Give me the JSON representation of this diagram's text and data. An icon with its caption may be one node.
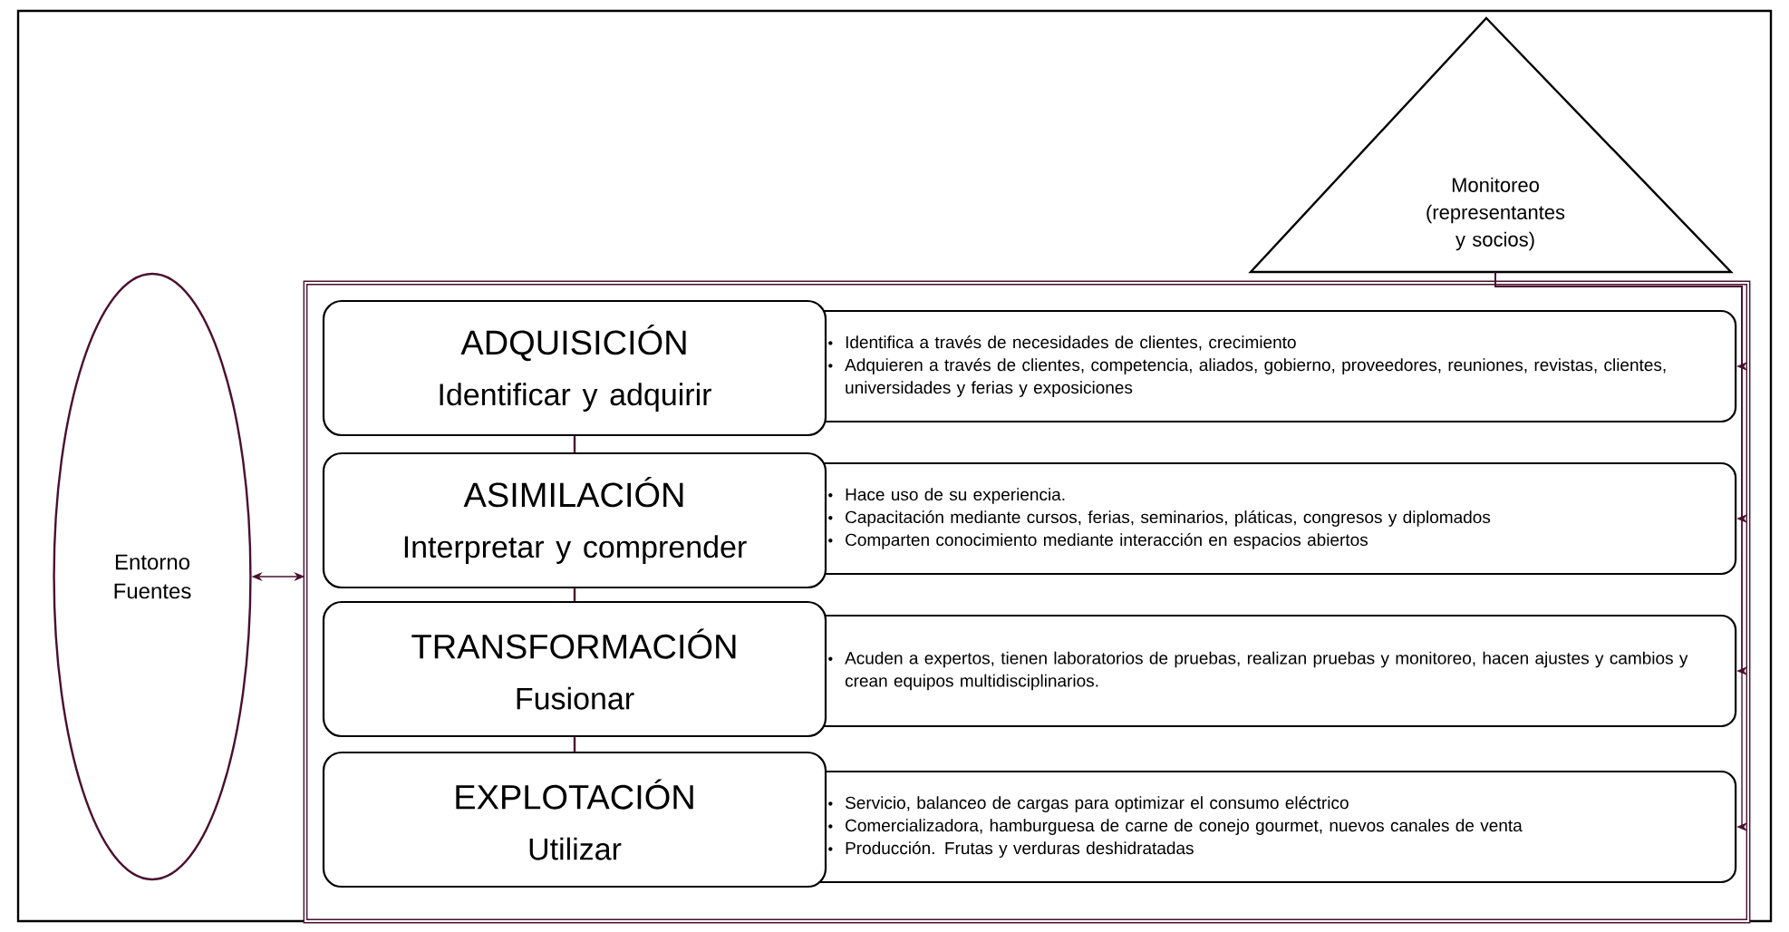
{
  "diagram": {
    "nodes": [
      {
        "text": [
          "Entorno Fuentes"
        ]
      },
      {
        "text": [
          "Monitoreo (representantes y socios)"
        ]
      },
      {
        "text": [],
        "shape": "box"
      },
      {
        "text": [
          "ADQUISICIÓN",
          "Identificar y adquirir"
        ],
        "in": 2
      },
      {
        "text": [
          "Identifica a través de necesidades de clientes, crecimiento",
          "Adquieren a través de clientes, competencia, aliados, gobierno, proveedores, reuniones, revistas, clientes, universidades y ferias y exposiciones"
        ],
        "in": 2
      },
      {
        "text": [
          "ASIMILACIÓN",
          "Interpretar y comprender"
        ],
        "in": 2
      },
      {
        "text": [
          "Hace uso de su experiencia.",
          "Capacitación mediante cursos, ferias, seminarios, pláticas, congresos y diplomados",
          "Comparten conocimiento mediante interacción en espacios abiertos"
        ],
        "in": 2
      },
      {
        "text": [
          "TRANSFORMACIÓN",
          "Fusionar"
        ],
        "in": 2
      },
      {
        "text": [
          "Acuden a expertos, tienen laboratorios de pruebas, realizan pruebas y monitoreo, hacen ajustes y cambios y crean equipos multidisciplinarios."
        ],
        "in": 2
      },
      {
        "text": [
          "EXPLOTACIÓN",
          "Utilizar"
        ],
        "in": 2
      },
      {
        "text": [
          "Servicio, balanceo de cargas para optimizar el consumo eléctrico",
          "Comercializadora, hamburguesa de carne de conejo gourmet, nuevos canales de venta",
          "Producción. Frutas y verduras deshidratadas"
        ],
        "in": 2
      }
    ],
    "edges": [
      {
        "from": 0,
        "to": 2,
        "arrow": "both"
      },
      {
        "from": 1,
        "to": 4,
        "arrow": "to"
      },
      {
        "from": 1,
        "to": 6,
        "arrow": "to"
      },
      {
        "from": 1,
        "to": 8,
        "arrow": "to"
      },
      {
        "from": 1,
        "to": 10,
        "arrow": "to"
      },
      {
        "from": 3,
        "to": 5,
        "arrow": "none"
      },
      {
        "from": 5,
        "to": 7,
        "arrow": "none"
      },
      {
        "from": 7,
        "to": 9,
        "arrow": "none"
      }
    ]
  }
}
